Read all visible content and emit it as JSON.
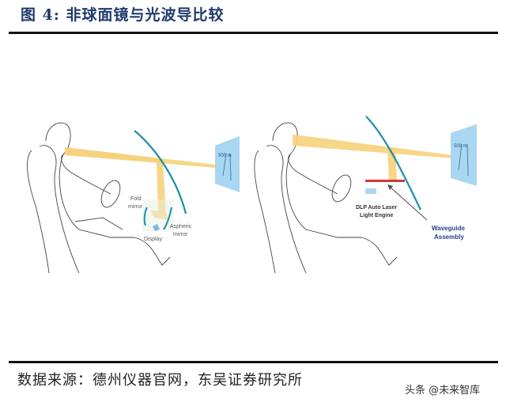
{
  "header": {
    "title": "图 4:  非球面镜与光波导比较"
  },
  "figure": {
    "left_panel": {
      "hud_text": "500 m",
      "labels": {
        "fold_mirror_1": "Fold",
        "fold_mirror_2": "mirror",
        "aspheric_1": "Aspheric",
        "aspheric_2": "mirror",
        "display": "Display"
      }
    },
    "right_panel": {
      "hud_text": "500 m",
      "labels": {
        "engine_1": "DLP Auto Laser",
        "engine_2": "Light Engine",
        "waveguide_1": "Waveguide",
        "waveguide_2": "Assembly"
      }
    },
    "colors": {
      "beam": "#f5d27a",
      "windshield": "#1a8fa8",
      "hud_panel": "#a9d6f0",
      "waveguide_bar": "#d0393b",
      "label_blue": "#2b3a8c"
    }
  },
  "footer": {
    "source": "数据来源：德州仪器官网，东吴证券研究所",
    "watermark": "头条 @未来智库"
  }
}
